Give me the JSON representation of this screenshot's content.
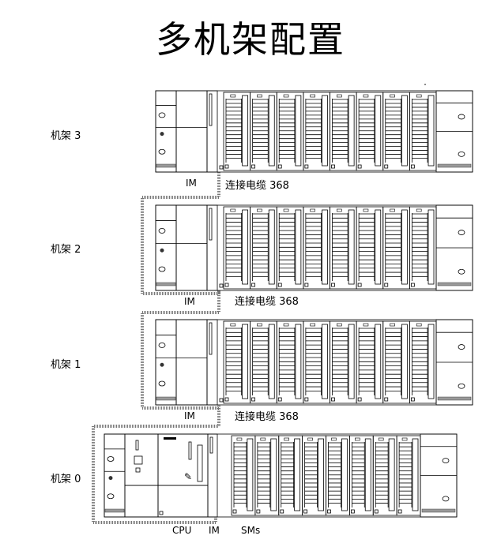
{
  "title": "多机架配置",
  "racks": [
    {
      "label": "机架 3",
      "module_label": "IM",
      "cable_label": "连接电缆 368"
    },
    {
      "label": "机架 2",
      "module_label": "IM",
      "cable_label": "连接电缆 368"
    },
    {
      "label": "机架 1",
      "module_label": "IM",
      "cable_label": "连接电缆 368"
    },
    {
      "label": "机架 0",
      "cpu_label": "CPU",
      "module_label": "IM",
      "sm_label": "SMs"
    }
  ]
}
